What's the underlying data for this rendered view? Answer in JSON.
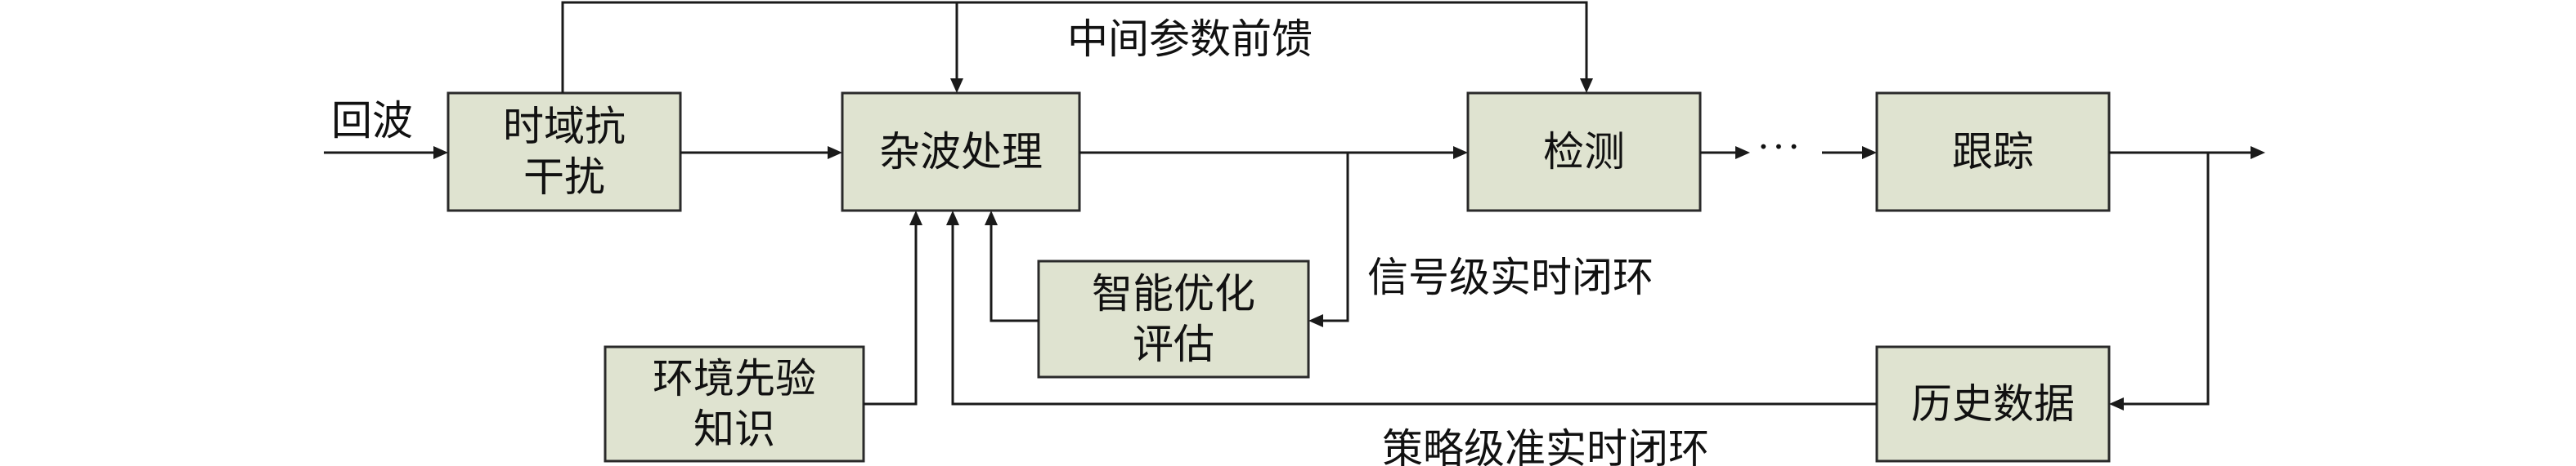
{
  "input_label": "回波",
  "blocks": {
    "time_domain_anti_jam": [
      "时域抗",
      "干扰"
    ],
    "clutter_processing": [
      "杂波处理"
    ],
    "detection": [
      "检测"
    ],
    "tracking": [
      "跟踪"
    ],
    "smart_optimization_eval": [
      "智能优化",
      "评估"
    ],
    "environment_prior": [
      "环境先验",
      "知识"
    ],
    "history_data": [
      "历史数据"
    ]
  },
  "annotations": {
    "feedforward": "中间参数前馈",
    "signal_loop": "信号级实时闭环",
    "strategy_loop": "策略级准实时闭环",
    "ellipsis": "···"
  }
}
